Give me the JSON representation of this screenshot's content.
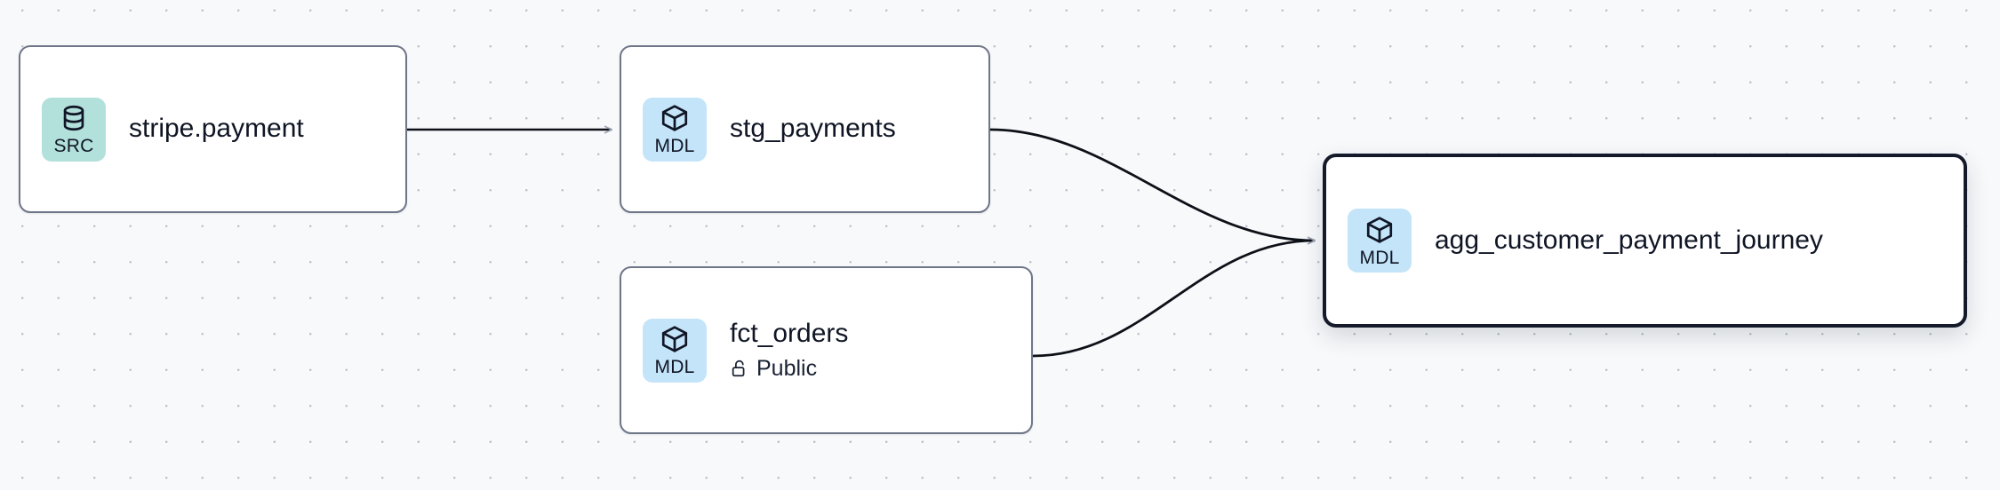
{
  "graph": {
    "background": "#f7f9fb",
    "grid_dot_color": "#b9bec9",
    "edge_color": "#0d1117",
    "node_border_color": "#6f7688",
    "selected_border_color": "#141a29",
    "nodes": [
      {
        "id": "stripe-payment",
        "title": "stripe.payment",
        "badge_label": "SRC",
        "badge_icon": "database-icon",
        "badge_color": "#b2e0db",
        "selected": false
      },
      {
        "id": "stg-payments",
        "title": "stg_payments",
        "badge_label": "MDL",
        "badge_icon": "cube-icon",
        "badge_color": "#c4e4f9",
        "selected": false
      },
      {
        "id": "fct-orders",
        "title": "fct_orders",
        "badge_label": "MDL",
        "badge_icon": "cube-icon",
        "badge_color": "#c4e4f9",
        "visibility": "Public",
        "visibility_icon": "unlock-icon",
        "selected": false
      },
      {
        "id": "agg-customer-payment-journey",
        "title": "agg_customer_payment_journey",
        "badge_label": "MDL",
        "badge_icon": "cube-icon",
        "badge_color": "#c4e4f9",
        "selected": true
      }
    ],
    "edges": [
      {
        "id": "e1",
        "from": "stripe-payment",
        "to": "stg-payments",
        "style": "straight",
        "arrow": true
      },
      {
        "id": "e2",
        "from": "stg-payments",
        "to": "agg-customer-payment-journey",
        "style": "bezier",
        "arrow": true
      },
      {
        "id": "e3",
        "from": "fct-orders",
        "to": "agg-customer-payment-journey",
        "style": "bezier",
        "arrow": true
      }
    ]
  }
}
